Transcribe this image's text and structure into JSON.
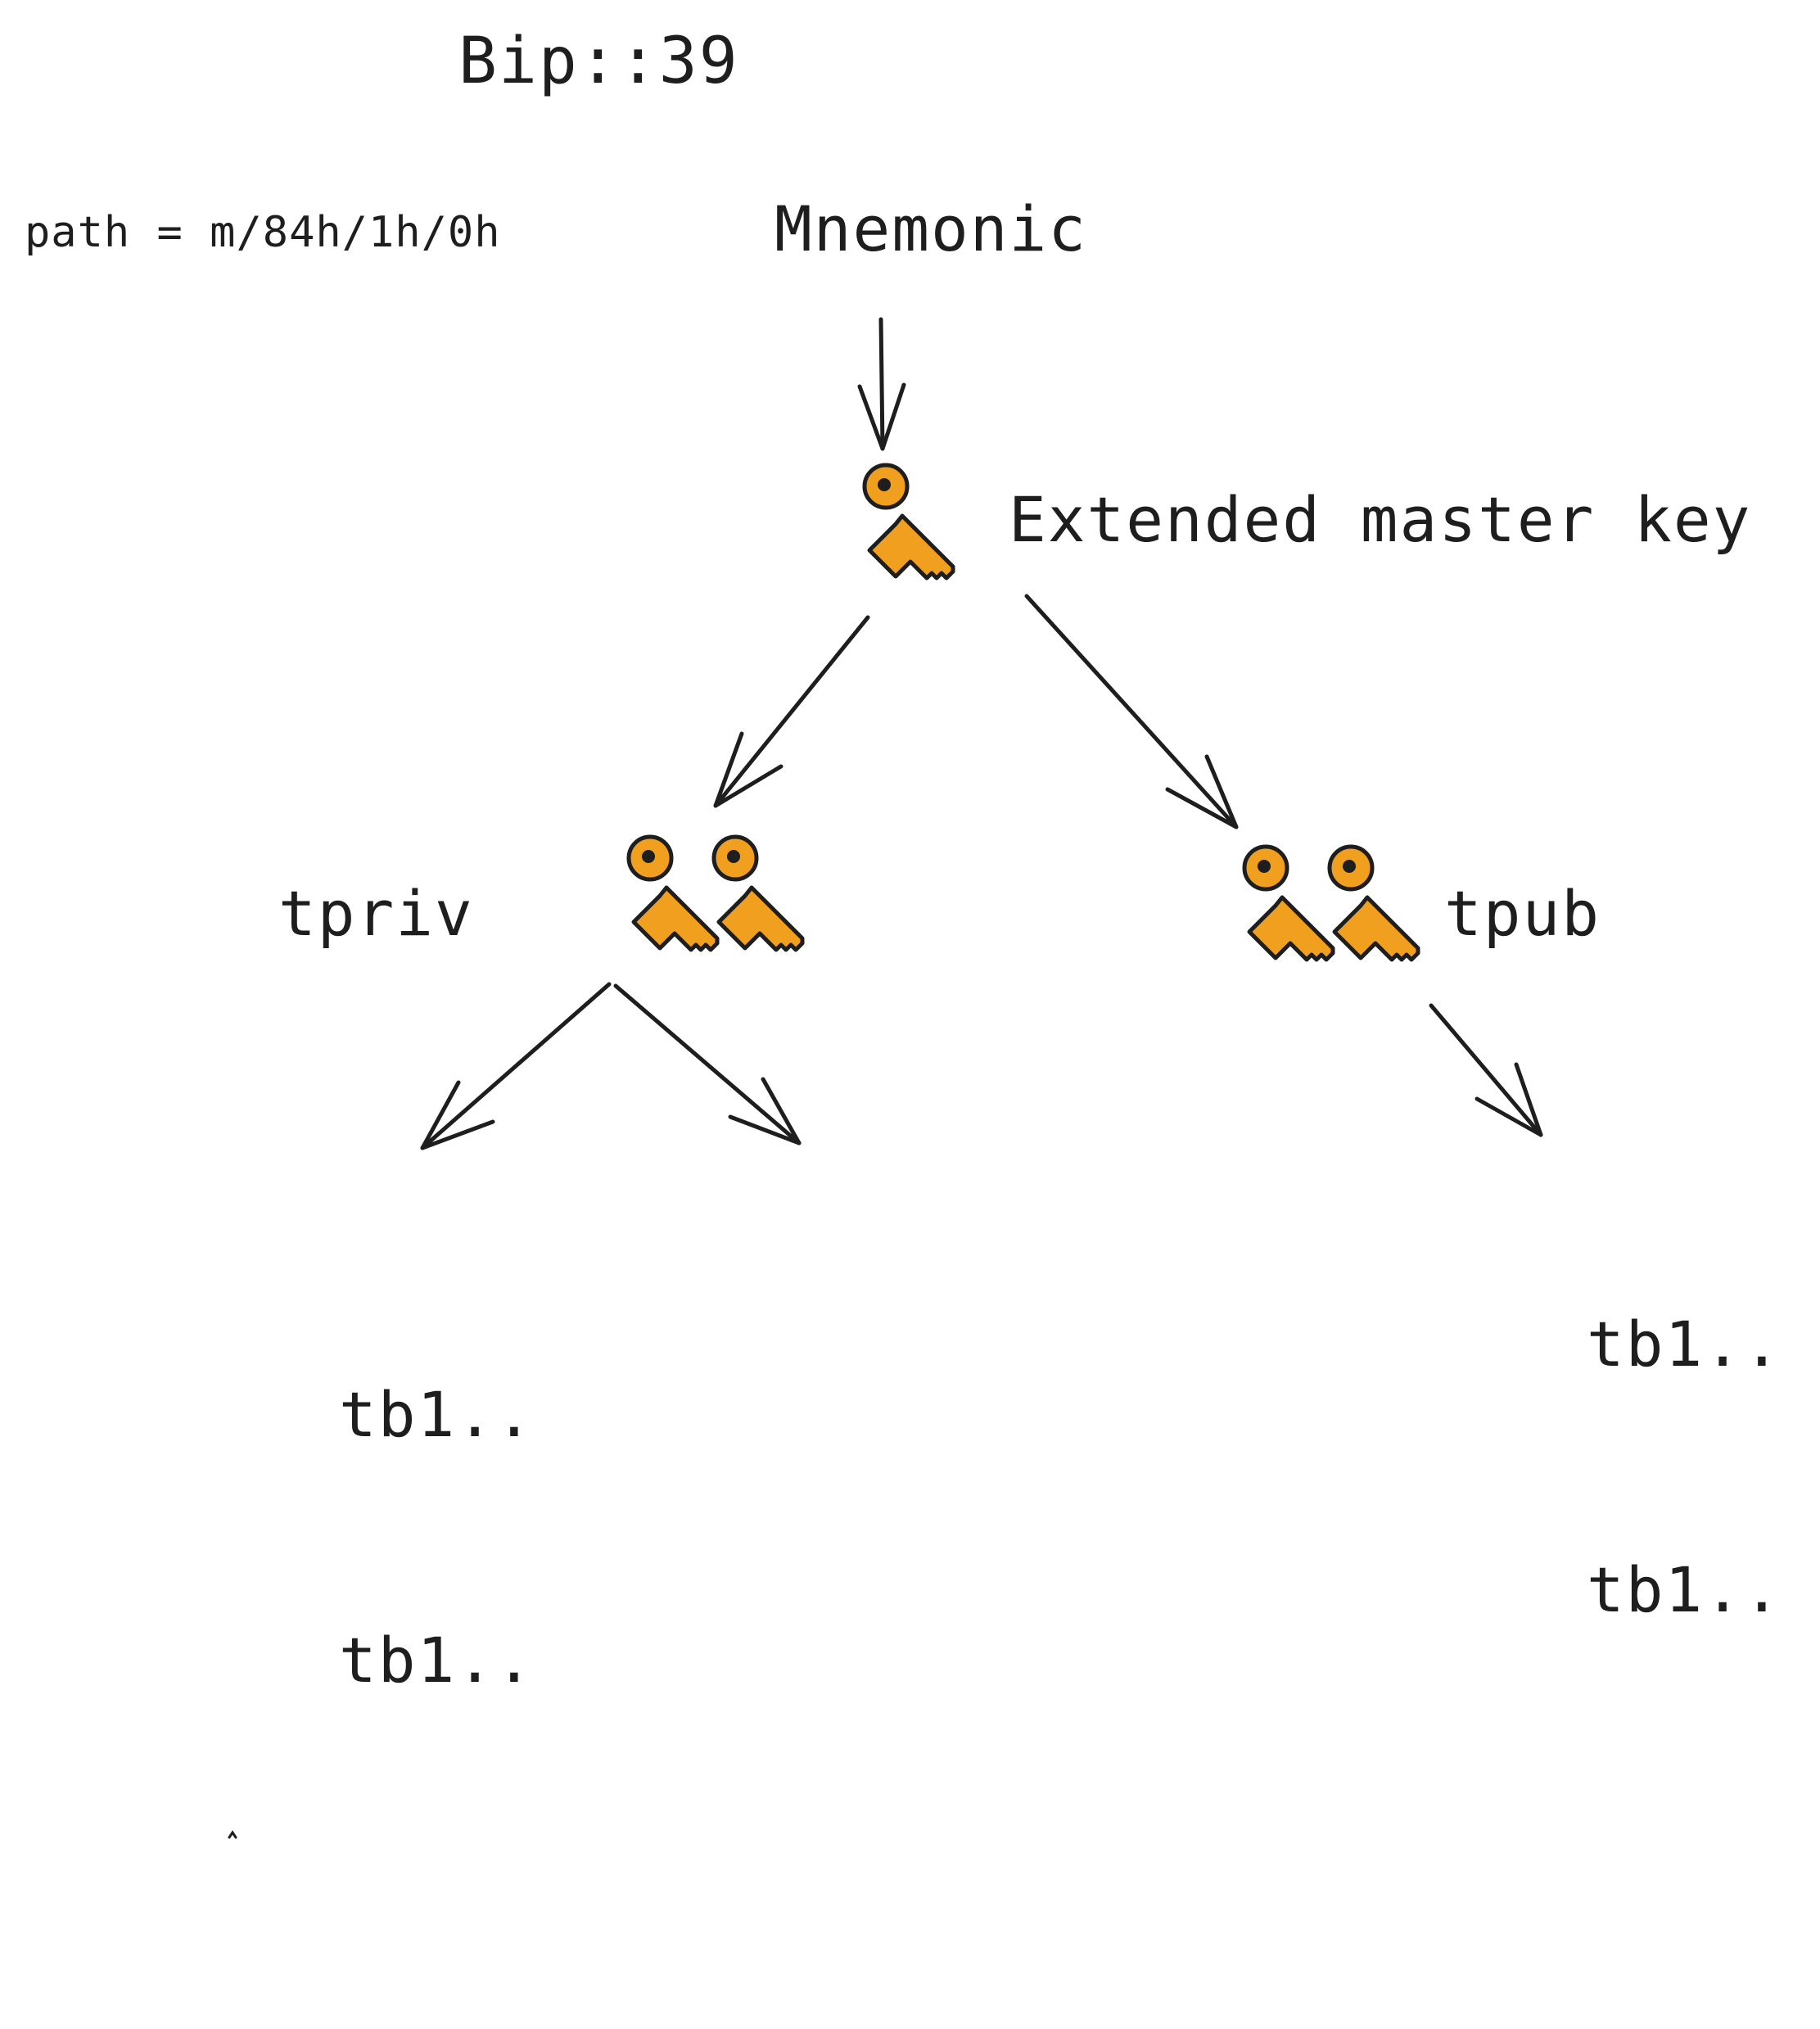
{
  "diagram": {
    "title": "Bip::39",
    "path_label": "path = m/84h/1h/0h",
    "nodes": {
      "mnemonic": "Mnemonic",
      "master": "Extended master key",
      "tpriv": "tpriv",
      "tpub": "tpub",
      "tpriv_addresses": [
        "tb1..",
        "tb1.."
      ],
      "tpub_addresses": [
        "tb1..",
        "tb1.."
      ]
    },
    "icons": {
      "master": "key-icon",
      "tpriv": [
        "key-icon",
        "key-icon"
      ],
      "tpub": [
        "key-icon",
        "key-icon"
      ]
    },
    "colors": {
      "stroke": "#1e1e1e",
      "key_fill": "#f0a01e",
      "background": "#ffffff"
    }
  }
}
